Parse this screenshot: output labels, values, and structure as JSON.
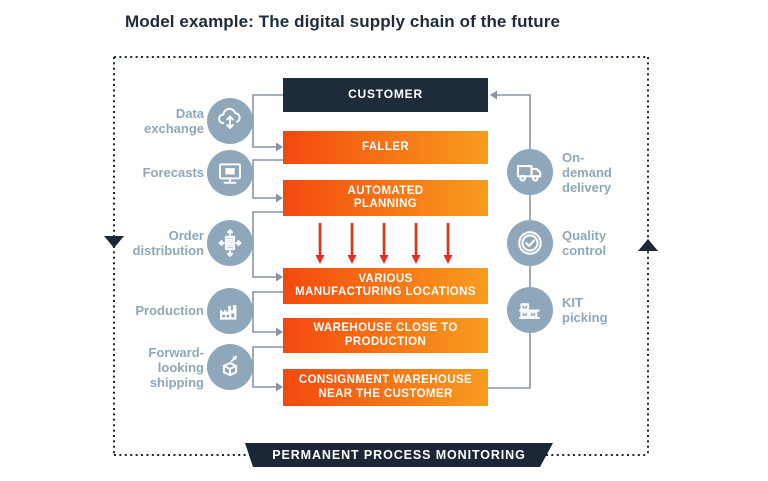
{
  "title": "Model example: The digital supply chain of the future",
  "banner": {
    "label": "PERMANENT PROCESS MONITORING"
  },
  "chain": {
    "nodes": [
      {
        "label": "CUSTOMER",
        "type": "dark"
      },
      {
        "label": "FALLER",
        "type": "orange"
      },
      {
        "label": "AUTOMATED\nPLANNING",
        "type": "orange"
      },
      {
        "label": "VARIOUS\nMANUFACTURING LOCATIONS",
        "type": "orange"
      },
      {
        "label": "WAREHOUSE CLOSE TO\nPRODUCTION",
        "type": "orange"
      },
      {
        "label": "CONSIGNMENT WAREHOUSE\nNEAR THE CUSTOMER",
        "type": "orange"
      }
    ],
    "flow_arrows_count": 5
  },
  "left_items": [
    {
      "label": "Data\nexchange",
      "icon": "cloud-data-exchange-icon"
    },
    {
      "label": "Forecasts",
      "icon": "monitor-forecast-icon"
    },
    {
      "label": "Order\ndistribution",
      "icon": "order-distribution-icon"
    },
    {
      "label": "Production",
      "icon": "factory-icon"
    },
    {
      "label": "Forward-\nlooking\nshipping",
      "icon": "cube-shipping-icon"
    }
  ],
  "right_items": [
    {
      "label": "On-\ndemand\ndelivery",
      "icon": "truck-delivery-icon"
    },
    {
      "label": "Quality\ncontrol",
      "icon": "quality-seal-icon"
    },
    {
      "label": "KIT\npicking",
      "icon": "shelf-boxes-icon"
    }
  ],
  "colors": {
    "navy": "#1e2b3a",
    "orange_start": "#f2490e",
    "orange_end": "#f99d1e",
    "steel_blue": "#8ea7ba",
    "connector_gray": "#8796a4",
    "flow_red": "#e2301f"
  }
}
